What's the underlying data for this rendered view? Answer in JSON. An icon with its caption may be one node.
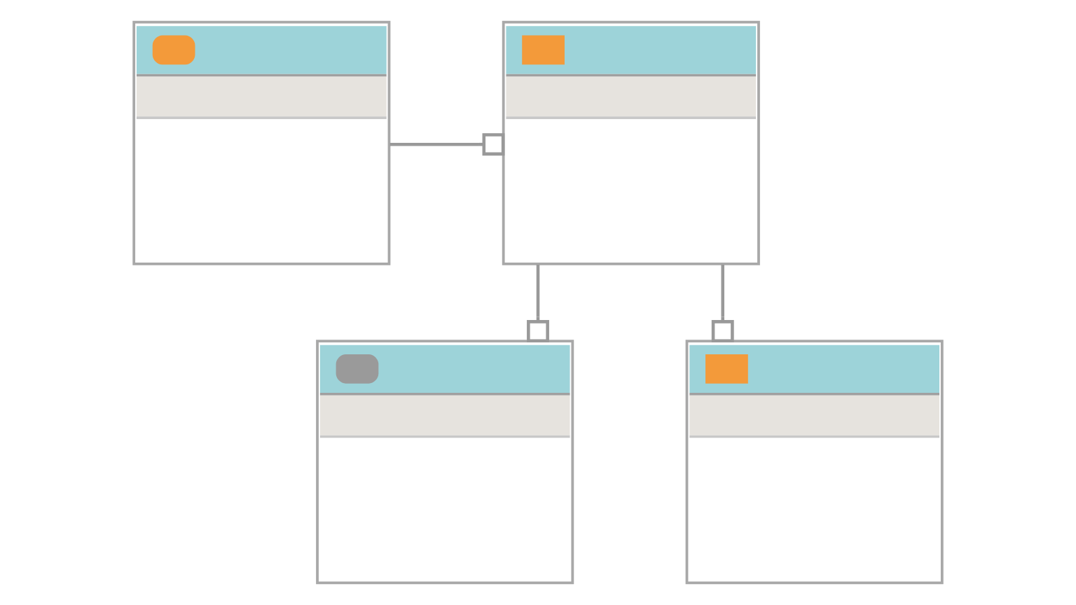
{
  "diagram": {
    "nodes": [
      {
        "text": [],
        "shape": "box"
      },
      {
        "text": [],
        "shape": "box"
      },
      {
        "text": [],
        "shape": "box"
      },
      {
        "text": [],
        "shape": "box"
      }
    ],
    "edges": [
      {
        "from": 0,
        "to": 1,
        "arrow": "other"
      },
      {
        "from": 1,
        "to": 2,
        "arrow": "other"
      },
      {
        "from": 1,
        "to": 3,
        "arrow": "other"
      }
    ]
  }
}
